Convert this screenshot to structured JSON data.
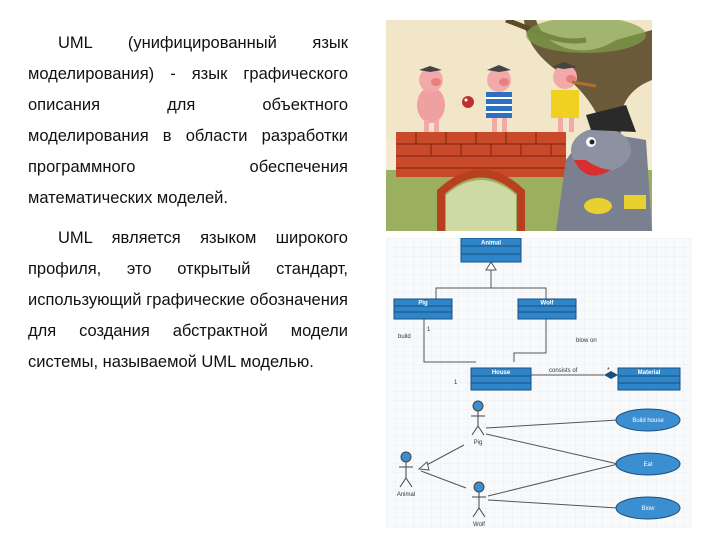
{
  "text": {
    "paragraph1": "UML (унифицированный язык моделирования) - язык графического описания для объектного моделирования в области разработки программного обеспечения математических моделей.",
    "paragraph2": "UML является языком широкого профиля, это открытый стандарт, использующий графические обозначения для создания абстрактной модели системы, называемой UML моделью."
  },
  "diagram": {
    "classes": {
      "animal": "Animal",
      "pig": "Pig",
      "wolf": "Wolf",
      "house": "House",
      "material": "Material"
    },
    "labels": {
      "build": "build",
      "blow_on": "blow on",
      "consists_of": "consists of",
      "mult_1a": "1",
      "mult_1b": "1",
      "mult_star": "*"
    },
    "actors": {
      "pig": "Pig",
      "animal": "Animal",
      "wolf": "Wolf"
    },
    "use_cases": {
      "build_house": "Build house",
      "eat": "Eat",
      "blow": "Blow"
    }
  },
  "colors": {
    "class_fill": "#2e86c8",
    "class_border": "#1b4f80",
    "usecase_fill": "#3b8fd0"
  }
}
